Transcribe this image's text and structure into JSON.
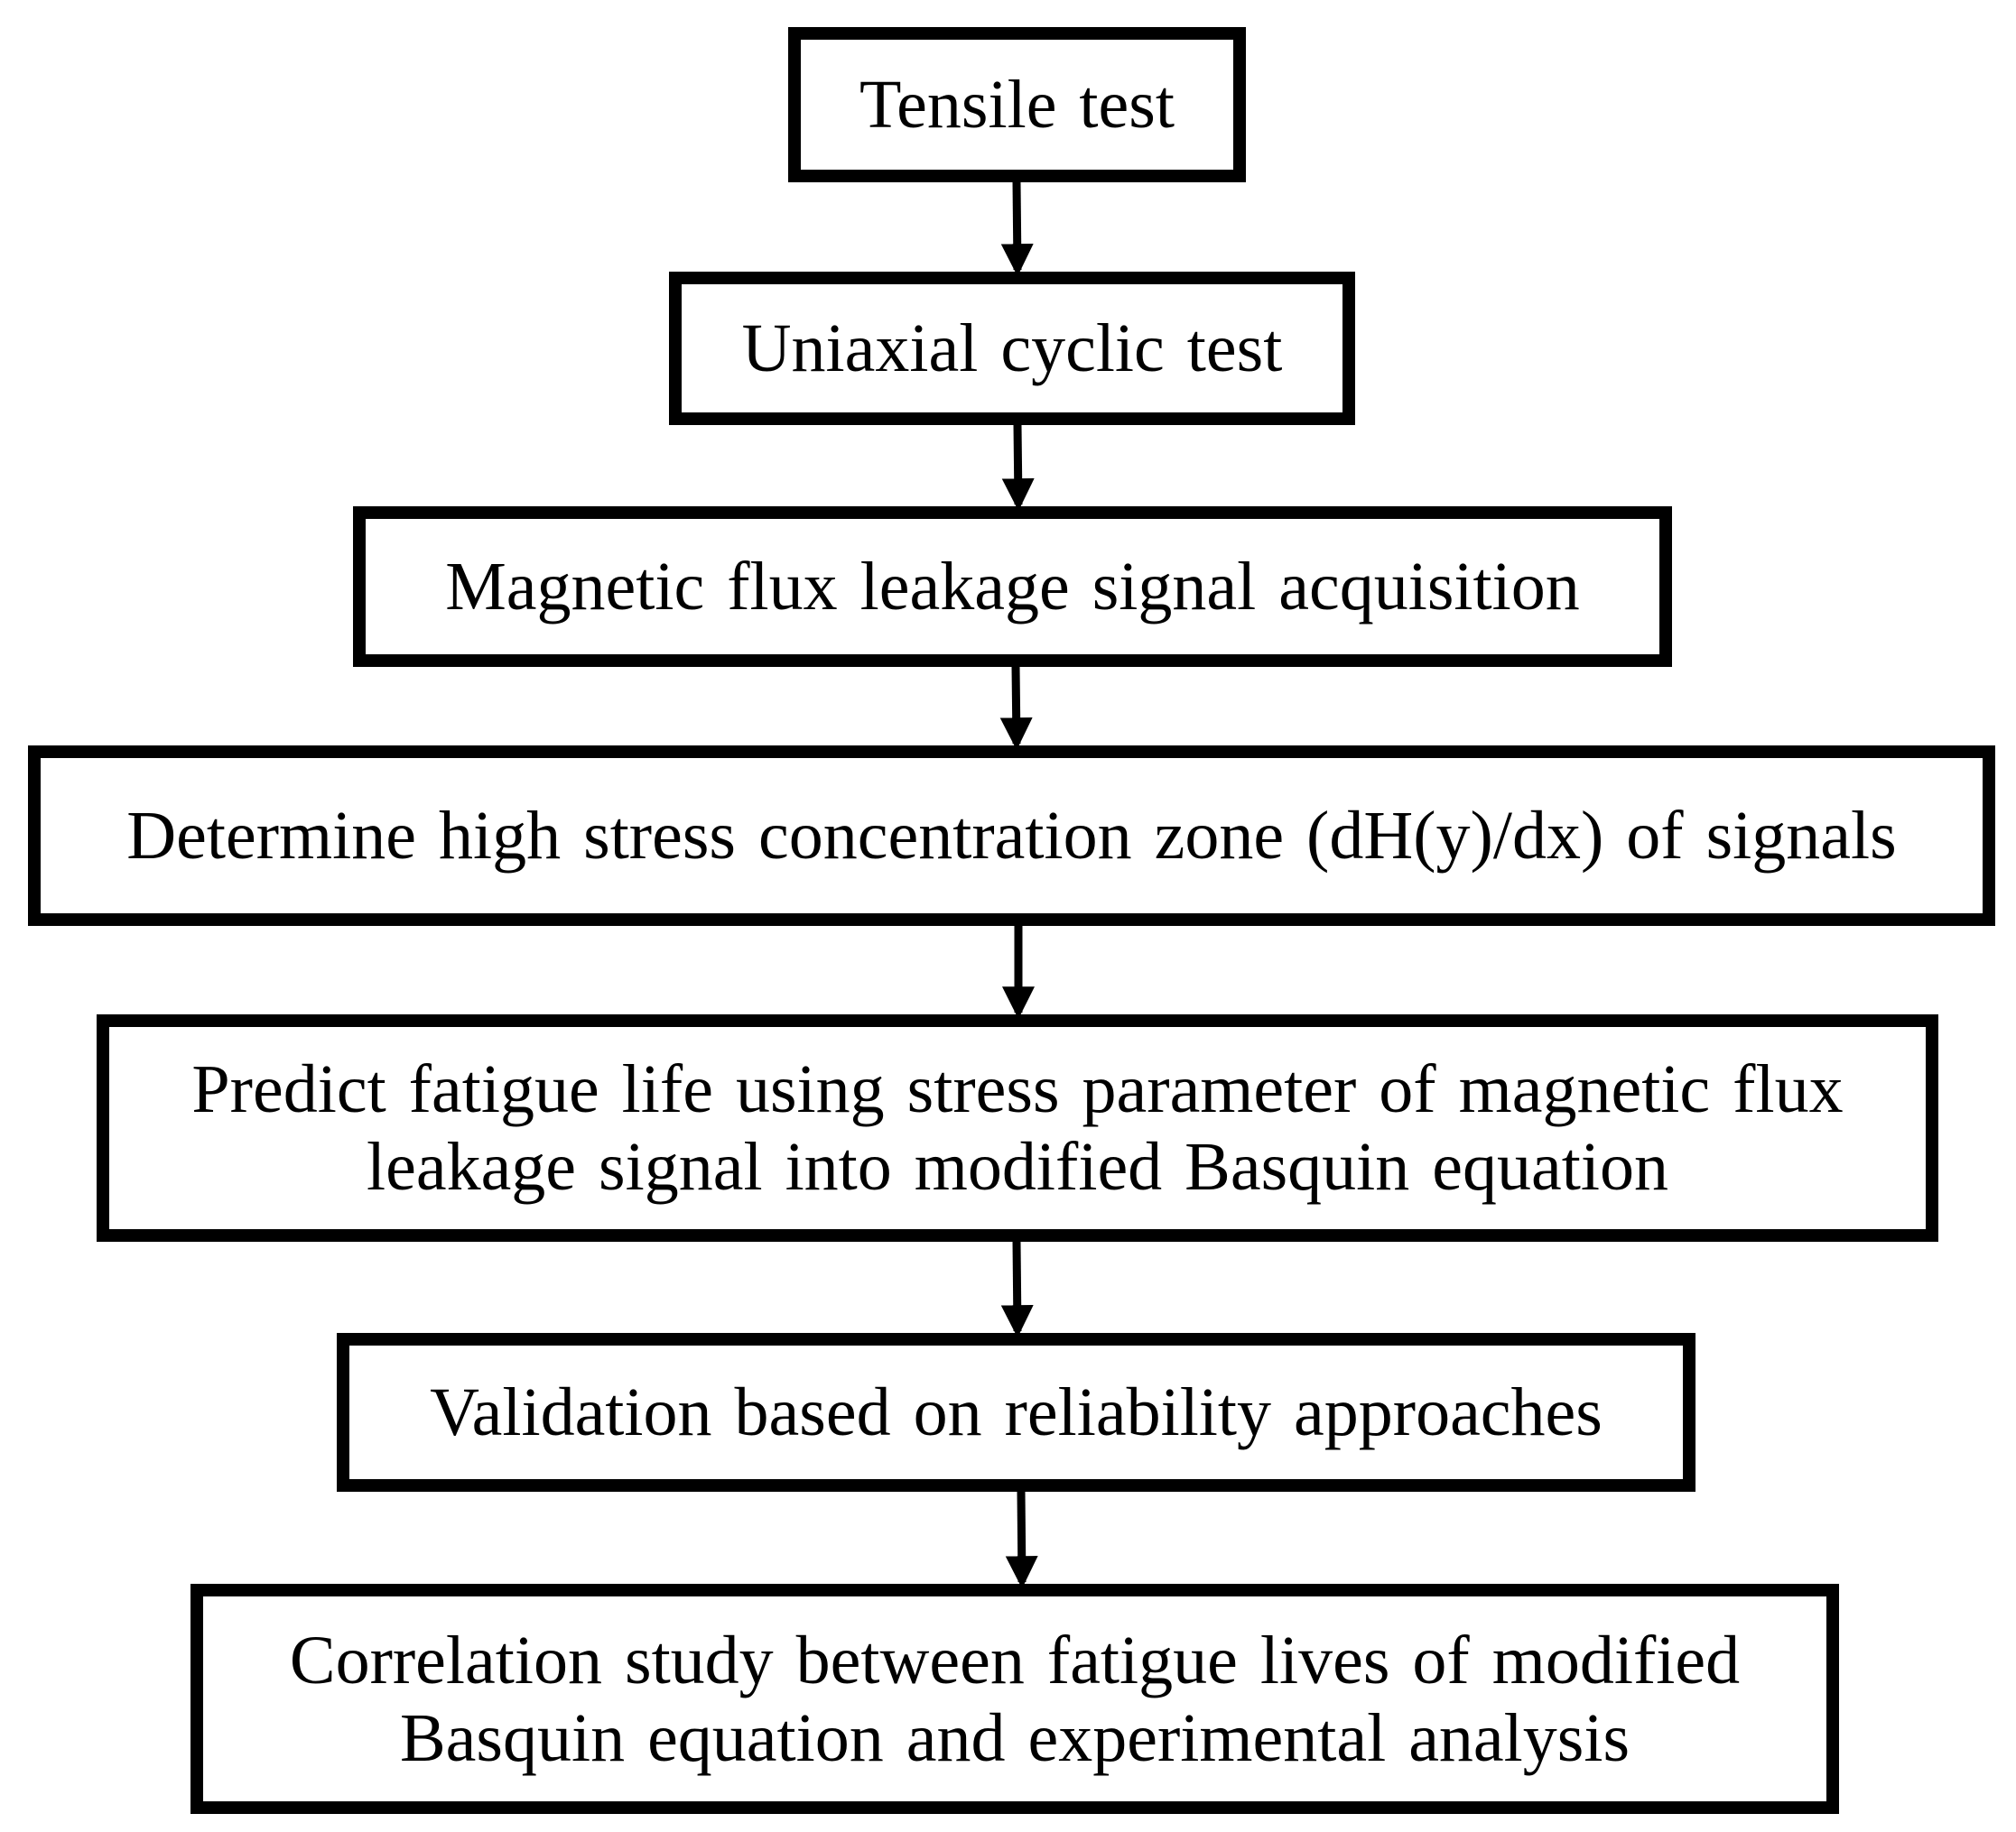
{
  "steps": [
    {
      "lines": [
        "Tensile test"
      ]
    },
    {
      "lines": [
        "Uniaxial cyclic test"
      ]
    },
    {
      "lines": [
        "Magnetic flux leakage signal acquisition"
      ]
    },
    {
      "lines": [
        "Determine high stress concentration zone (dH(y)/dx) of signals"
      ]
    },
    {
      "lines": [
        "Predict fatigue life using stress parameter of magnetic flux",
        "leakage signal into modified Basquin equation"
      ]
    },
    {
      "lines": [
        "Validation based on reliability approaches"
      ]
    },
    {
      "lines": [
        "Correlation study between fatigue lives of modified",
        "Basquin equation and experimental analysis"
      ]
    }
  ],
  "colors": {
    "stroke": "#000000",
    "background": "#ffffff"
  }
}
